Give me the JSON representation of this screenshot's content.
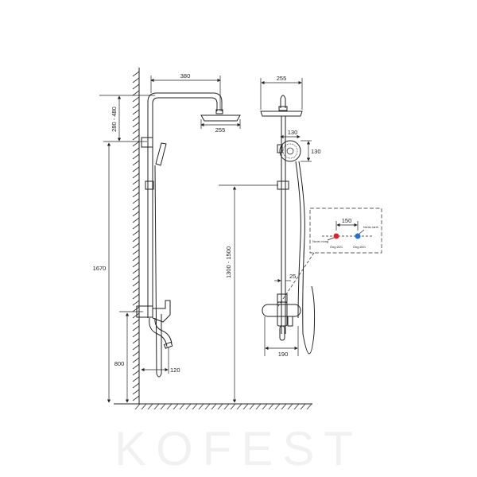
{
  "watermark": "KOFEST",
  "colors": {
    "hot": "#e0202a",
    "cold": "#1e6fd9",
    "line": "#222222"
  },
  "side_view": {
    "arm_length": "380",
    "head_diameter": "255",
    "arm_height_range": "280 - 480",
    "total_height": "1670",
    "mixer_height": "800",
    "spout_projection": "120"
  },
  "front_view": {
    "head_diameter": "255",
    "hand_shower_width": "130",
    "hand_shower_height": "130",
    "mixer_height_range": "1300 - 1500",
    "bar_offset": "25",
    "mixer_width": "190"
  },
  "detail": {
    "inlet_spacing": "150",
    "hot_label": "Nước nóng",
    "cold_label": "Nước lạnh",
    "hot_pipe": "Ống Ø21",
    "cold_pipe": "Ống Ø21"
  }
}
